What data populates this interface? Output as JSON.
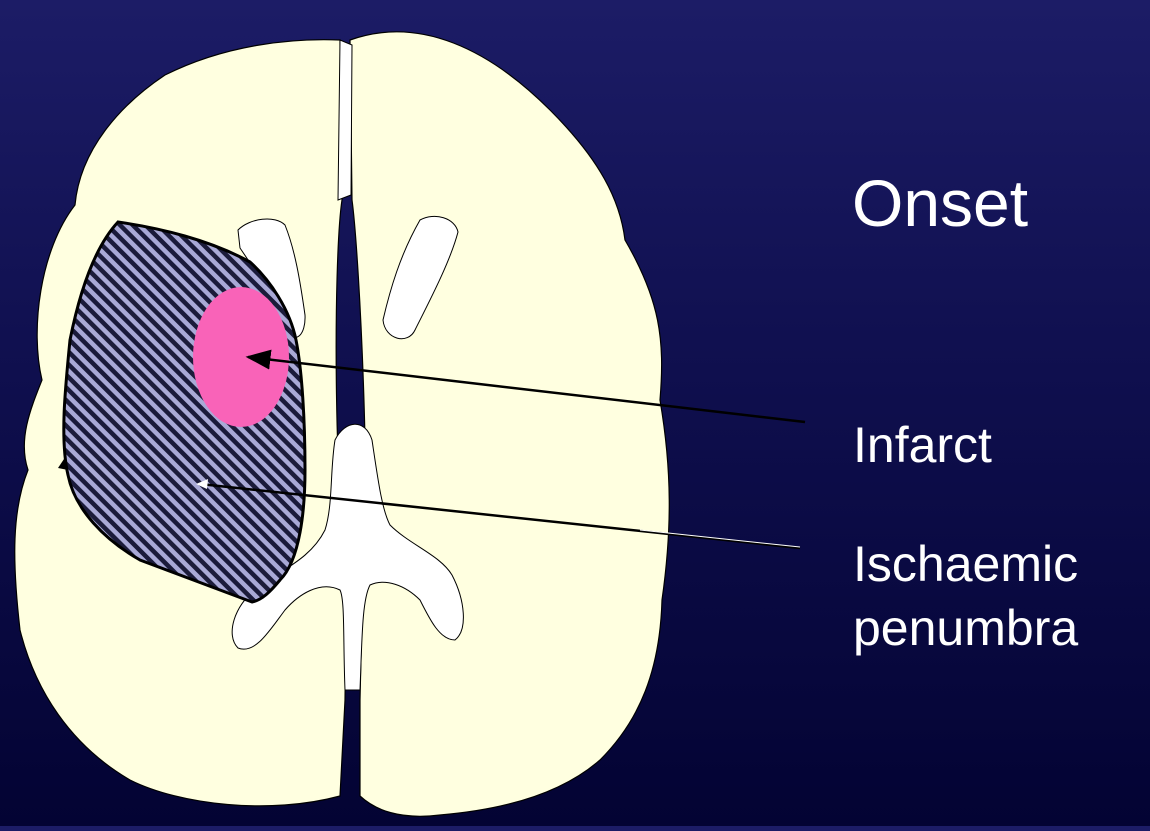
{
  "slide": {
    "title": "Onset",
    "labels": {
      "infarct": "Infarct",
      "penumbra_line1": "Ischaemic",
      "penumbra_line2": "penumbra"
    }
  },
  "colors": {
    "background": "#0f0f4e",
    "brain": "#ffffe0",
    "ventricles": "#ffffff",
    "infarct": "#f963b8",
    "penumbra_stripe": "#a9a9d6",
    "penumbra_base": "#1b1b3a",
    "text": "#ffffff"
  }
}
